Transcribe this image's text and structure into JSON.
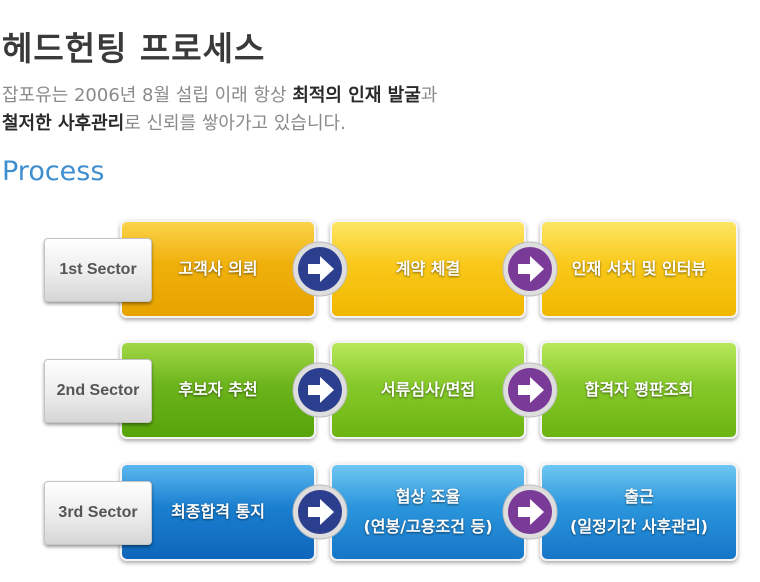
{
  "header": {
    "title": "헤드헌팅 프로세스",
    "desc_line1_pre": "잡포유는 2006년 8월 설립 이래 항상 ",
    "desc_line1_bold": "최적의 인재 발굴",
    "desc_line1_post": "과",
    "desc_line2_bold": "철저한 사후관리",
    "desc_line2_post": "로 신뢰를 쌓아가고 있습니다.",
    "section": "Process"
  },
  "rows": [
    {
      "sector": "1st Sector",
      "steps": [
        {
          "line1": "고객사 의뢰",
          "line2": ""
        },
        {
          "line1": "계약 체결",
          "line2": ""
        },
        {
          "line1": "인재 서치 및 인터뷰",
          "line2": ""
        }
      ]
    },
    {
      "sector": "2nd Sector",
      "steps": [
        {
          "line1": "후보자 추천",
          "line2": ""
        },
        {
          "line1": "서류심사/면접",
          "line2": ""
        },
        {
          "line1": "합격자 평판조회",
          "line2": ""
        }
      ]
    },
    {
      "sector": "3rd Sector",
      "steps": [
        {
          "line1": "최종합격 통지",
          "line2": ""
        },
        {
          "line1": "협상 조율",
          "line2": "(연봉/고용조건 등)"
        },
        {
          "line1": "출근",
          "line2": "(일정기간 사후관리)"
        }
      ]
    }
  ],
  "colors": {
    "arrow_blue": "#2c3f8f",
    "arrow_purple": "#7a3a98",
    "section": "#3f8fd0"
  },
  "icons": {
    "connector_1": "arrow-right-icon",
    "connector_2": "arrow-right-icon"
  }
}
